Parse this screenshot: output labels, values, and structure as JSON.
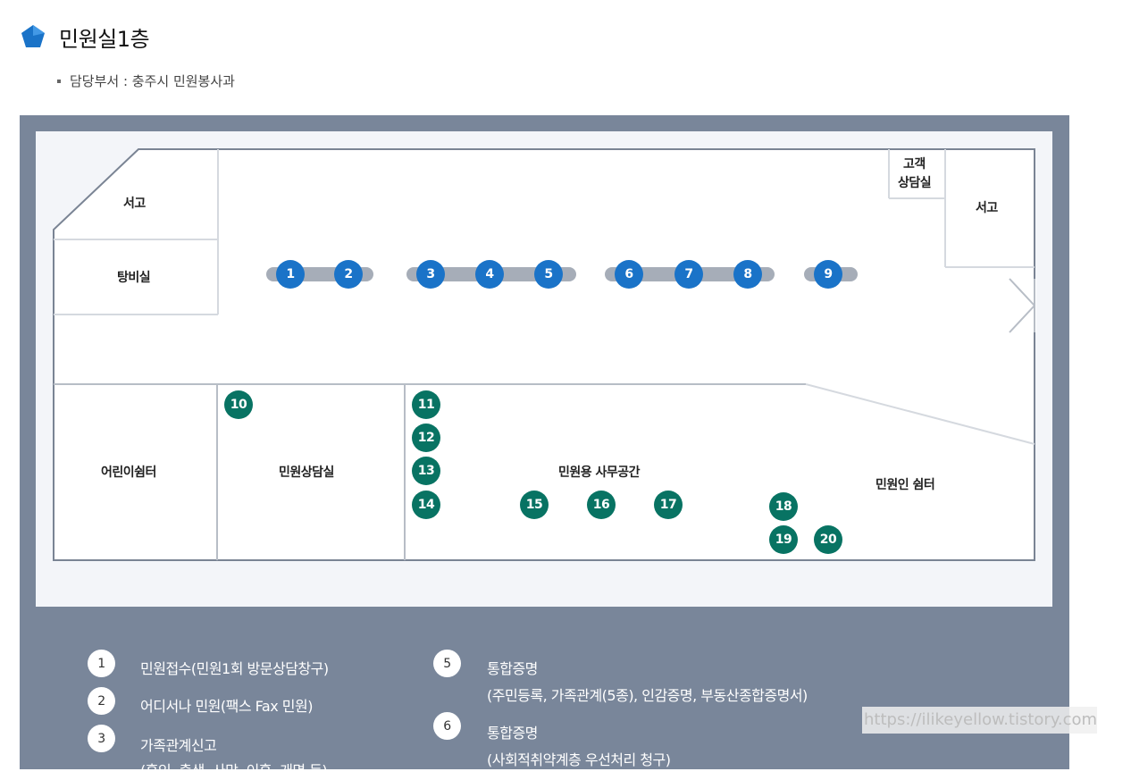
{
  "header": {
    "title": "민원실1층",
    "icon": "blue-pentagon-icon",
    "accent_color": "#1a73c8",
    "department": "담당부서 : 충주시 민원봉사과"
  },
  "floor_plan": {
    "rooms": {
      "storage_left": "서고",
      "kitchenette": "탕비실",
      "consult_customer_line1": "고객",
      "consult_customer_line2": "상담실",
      "storage_right": "서고",
      "kids_rest": "어린이쉼터",
      "civil_consult": "민원상담실",
      "office_space": "민원용 사무공간",
      "civil_rest": "민원인 쉼터"
    },
    "counters_blue": [
      "1",
      "2",
      "3",
      "4",
      "5",
      "6",
      "7",
      "8",
      "9"
    ],
    "counters_green": [
      "10",
      "11",
      "12",
      "13",
      "14",
      "15",
      "16",
      "17",
      "18",
      "19",
      "20"
    ],
    "colors": {
      "counter_blue": "#1a73c8",
      "counter_green": "#087363",
      "panel": "#79869a"
    }
  },
  "legend": [
    {
      "num": "1",
      "line1": "민원접수(민원1회 방문상담창구)",
      "line2": ""
    },
    {
      "num": "2",
      "line1": "어디서나 민원(팩스 Fax 민원)",
      "line2": ""
    },
    {
      "num": "3",
      "line1": "가족관계신고",
      "line2": "(혼인, 출생, 사망, 이혼, 개명 등)"
    },
    {
      "num": "5",
      "line1": "통합증명",
      "line2": "(주민등록, 가족관계(5종), 인감증명, 부동산종합증명서)"
    },
    {
      "num": "6",
      "line1": "통합증명",
      "line2": "(사회적취약계층 우선처리 청구)"
    }
  ],
  "watermark": "https://ilikeyellow.tistory.com"
}
